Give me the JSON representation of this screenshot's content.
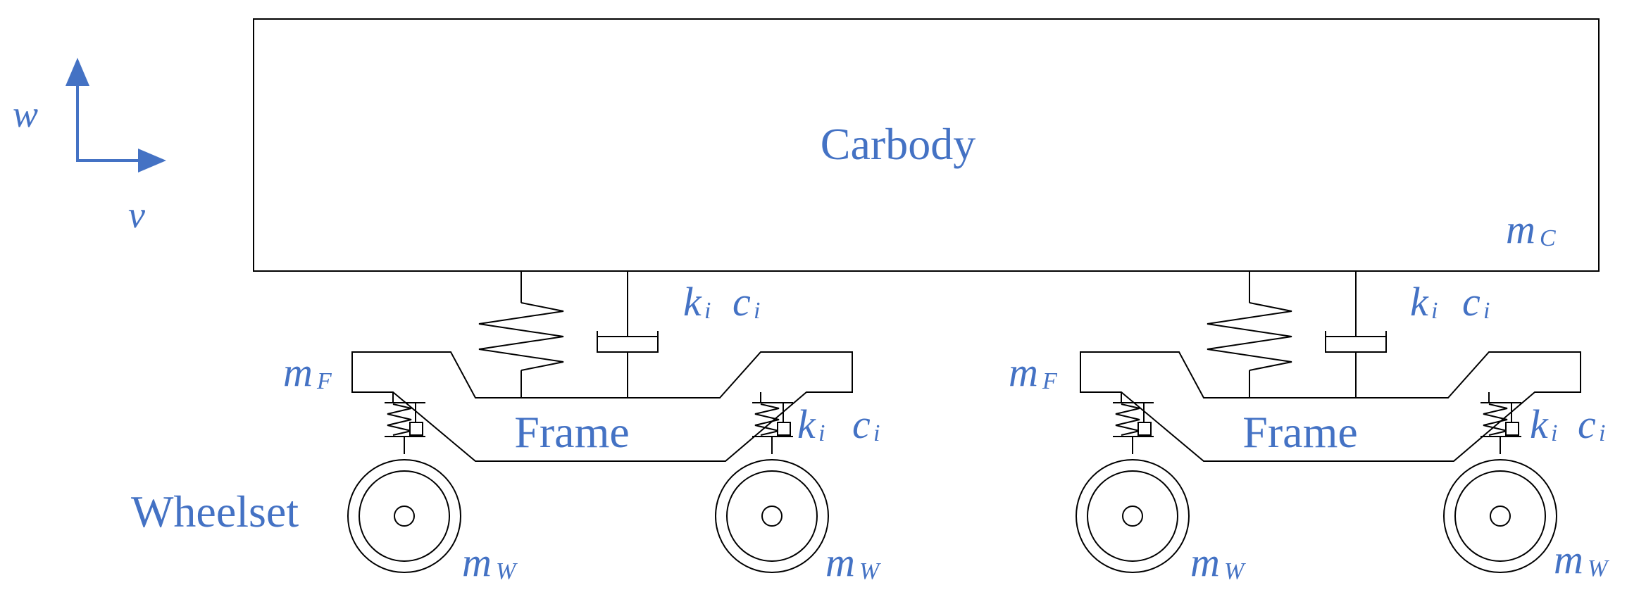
{
  "labels": {
    "carbody": "Carbody",
    "frame": "Frame",
    "wheelset": "Wheelset"
  },
  "axes": {
    "vertical": "w",
    "horizontal": "v"
  },
  "masses": {
    "carbody": {
      "symbol": "m",
      "sub": "C"
    },
    "frame": {
      "symbol": "m",
      "sub": "F"
    },
    "wheel": {
      "symbol": "m",
      "sub": "W"
    }
  },
  "suspension": {
    "stiffness": {
      "symbol": "k",
      "sub": "i"
    },
    "damping": {
      "symbol": "c",
      "sub": "i"
    }
  },
  "colors": {
    "label": "#4472c4",
    "structure": "#000000"
  }
}
